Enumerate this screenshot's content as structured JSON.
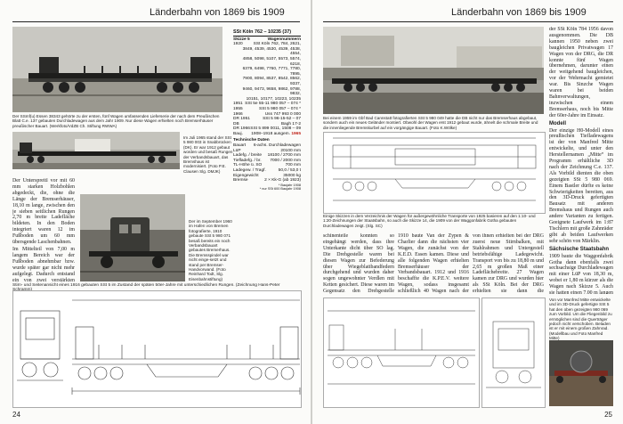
{
  "left": {
    "header": "Länderbahn von 1869 bis 1909",
    "page_number": "24",
    "cap_top": "Der SSmf(u) Essen 38343 gehörte zu der ersten, fünf Wagen umfassenden Lieferserie der nach dem Preußischen Blatt C.e. 137 gebauten Durchladewagen aus dem Jahr 1909. Nur diese Wagen erhielten noch Bremserhäuser preußischer Bauart. (Werkfoto/VdZB Ch. Stiftung RWWA)",
    "cap_july": "Im Juli 1965 stand der SSt 5 980 003 in Snabbrücken (DK). Er war 1912 gebaut worden und besaß Rungen der Verbandsbauart, das Bremshaus ist modernisiert. (Foto P.E. Clausen Slg. DMJK)",
    "cap_sept": "Der im September 1960 im Hafen von Bremen fotografierte, 1910 gebaute SSt 5 980 071 besaß bereits ein noch Verbandsbauart gebautes Bremerhaus. Die Bremsspindel war nicht einge-setzt und stand per Bremser-Handvorwand. (Foto Reinhard Todt, Slg. Eisenbahnstiftung)",
    "body": [
      "Der Unterspreitl vor mit 60 mm starken Holzbohlen abgedeckt, die, ohne die Länge der Bremserhäuser, 18,10 m lange, zwischen den je sieben seitlichen Rungen 2,70 m breite Ladefläche bildeten. In den Boden integriert waren 12 im Fußboden um 60 mm übersgende Laschenbahnen.",
      "Im Mittelteil von 7,00 m langem Bereich war der Fußboden abnehmbar bzw. wurde später gar nicht mehr aufgelegt. Dadurch entstand ein von zwei verstärkten Querträgern, deren Oberkante 700 mm ü. SO lag, umrandeter Tiefladeraum, hier besondere große runde Maschinen-"
    ],
    "cap_drawing": "Stirn- und Seitenansicht eines 1916 gebauten SSt 5 im Zustand der späten 50er-Jahre mit unterschiedlichen Rungen. (Zeichnung Hans-Peter Schramm)",
    "spec": {
      "title": "SSt Köln 762 – 10235 (37)",
      "col_a": "Skizze 5",
      "col_b": "Wagennummern",
      "rows": [
        [
          "1920",
          "SSt Köln 762, 784, 2621,"
        ],
        [
          "",
          "3849, 4539, 4530, 4539, 4538, 4554,"
        ],
        [
          "",
          "4858, 5098, 5107, 5573, 5574, 6218,"
        ],
        [
          "",
          "6379, 6498, 7760, 7771, 7780, 7895,"
        ],
        [
          "",
          "7900, 8094, 8537, 8542, 8562, 9337,"
        ],
        [
          "",
          "9460, 9473, 9658, 9862, 9788, 9832,"
        ],
        [
          "",
          "10151, 10177, 10223, 10235"
        ],
        [
          "1951",
          "SSt 5e 55-11 980 057 – 074 *"
        ],
        [
          "1955",
          "SSt 5 980 057 – 074 *"
        ],
        [
          "1966",
          "Uss 747 993 0 000"
        ],
        [
          "DR 1951",
          "SSt 5 96-15-52 – 07"
        ],
        [
          "DB",
          "Bagh 17-2"
        ],
        [
          "DR 1966",
          "SSt 5 899 0011, 1508 – 09"
        ],
        [
          "Bauj.",
          "1908–1918  ausgem. 1965"
        ]
      ],
      "tech_title": "Technische Daten",
      "tech": [
        [
          "Bauart",
          "6-achs. Durchladewagen"
        ],
        [
          "LüP",
          "20100 mm"
        ],
        [
          "Ladefg. / breite",
          "18100 / 2700 mm"
        ],
        [
          "Tiefladefg. / br.",
          "7000 / 2000 mm"
        ],
        [
          "TL-Höhe ü. SO",
          "700 mm"
        ],
        [
          "Ladegew. / Tragf.",
          "50,0 / 53,0 t"
        ],
        [
          "Eigengewicht",
          "35000 kg"
        ],
        [
          "Bremse",
          "2 × Kk-G (ab 1923)"
        ]
      ],
      "notes": "* Baujahr 1908\n* nur SSt 600 Baujahr 1908",
      "year_red": "1965"
    }
  },
  "right": {
    "header": "Länderbahn von 1869 bis 1909",
    "page_number": "25",
    "cap_top": "Bei einem 1959 im Gbf Bad Cannstatt fotografierten SSt 5 980 049 hatte die DB nicht nur das Bremserhaus abgebaut, sondern auch ein neues Geländer montiert. Obwohl der Wagen erst 1912 gebaut wurde, ähnelt die schmale Breite und die innenliegende Bremskurbel auf ein vorgängige Bauart. (Foto K.Wölke)",
    "cap_sketch": "Einige Skizzen in dem Verzeichnis der Wagen für außergewöhnliche Transporte von 1925 basieren auf den 1:10- und 1:20-Zeichnungen der Staatsbahn, so auch die Skizze 14, die 1909 von der Waggonfabrik Gotha gebauten Durchladewagen zeigt. (Slg. SC)",
    "col_right": "der SSt Köln 784 1956 davon ausgenommen. Die DB kannen 1950 neben zwei baugleichen Privatwagen 17 Wagen von der DRG, die DR konnte fünf Wagen übernehmen, darunter einen der weitgehend baugleichen, vor der Wehrmacht gemietet war. Bis Sinzche Wagen waren bei beiden Bahnverwaltungen, inzwischen einem Bremserhaus, noch bis Mitte der 60er-Jahre im Einsatz.",
    "sect_modell": "Modell",
    "modell_text": "Der einzige H0-Modell eines preußischen Tiefladewagens ist der von Manfred Mitte entwickelte, und unter den Herstellernamen „Mitte“ im Programm erhältliche 3D nach der Zeichnung C.e. 137. Als Vorbild dienten die oben gezeigten SSt 5 980 069. Einem Bastler dürfte es keine Schwierigkeiten bereiten, aus den 3D-Druck gefertigten Bausatz mit anderen Bremshaus und Rungen auch andere Varianten zu fertigen. Geeignete Laufwerk im 1:87 Tischlern mit große Zahnräder gibt ab beiden Laufwerken sehr schön von Märklin.",
    "sect_stats": "Sächsische Staatsbahn",
    "stats_text": "1909 baute die Waggonfabrik Gotha dann ebenfalls zwei sechsachsige Durchladewagen mit einer LüP von 18,30 m, wobei er 1,80 m kürzer als die Wagen nach Skizze 5. Auch sie hatten einen 7,00 m langen und 2,46 m breiten Tiefladeraum, der allerdings etwas tiefer lag bei 700 mm.",
    "body_mid": "schinenteile konnten so eingehängt werden, dass ihre Unterkante dicht über SO lag. Die Drehgestelle waren bei diesen Wagen zur Befederung über Wiegeblattbandfedern durchgehend und wurden daher sogen ungewohnter Verdlen mit Ketten gesichert. Diese waren im Gegensatz den Drehgestelle ausgeglegt; die zu den ersten beiden Drehgestelle angehängt.",
    "body_mid2": "1910 baute Van der Zypen & Charlier dann die nächsten vier Wagen, die zunächst von der K.E.D. Essen kamen. Diese und alle folgenden Wagen erhielten Bremserhäuser der Verbandsbauart. 1912 und 1916 beschaffte die K.P.E.V. weitere Wagen, sodass insgesamt schließlich 40 Wagen nach der Zeichnung C.e. 137 gebaut wurden. Einige",
    "body_mid3": "von ihnen erhielten bei der DRG zuerst neue Stirnbalken, mit Stahlrahmen und Untergestell betriebsfähige Ladegewicht. Transport von bis zu 18,80 m und 2,65 m großen Maß einer Ladeflächebreite. 27 Wagen kamen zur DRG und wurden hier als SSt Köln. Bei der DRG erhielten sie dann die Gattungsbezeichnung SSt 5 und dies integrierte Kl-G Druckluftbremse.",
    "cap_model": "Von vor Manfred Mitte entwickelte und im 3D-Druck gefertigte SSt 5 hat den oben gezeigten 980 069 zum Vorbild. Um die Fliegenbild zu ermöglichen sind die Querträger jedoch nicht verschoben. Beladen ist er mit einem großen Zahnrad. (Modellbau und Foto Manfred Mitte)"
  }
}
